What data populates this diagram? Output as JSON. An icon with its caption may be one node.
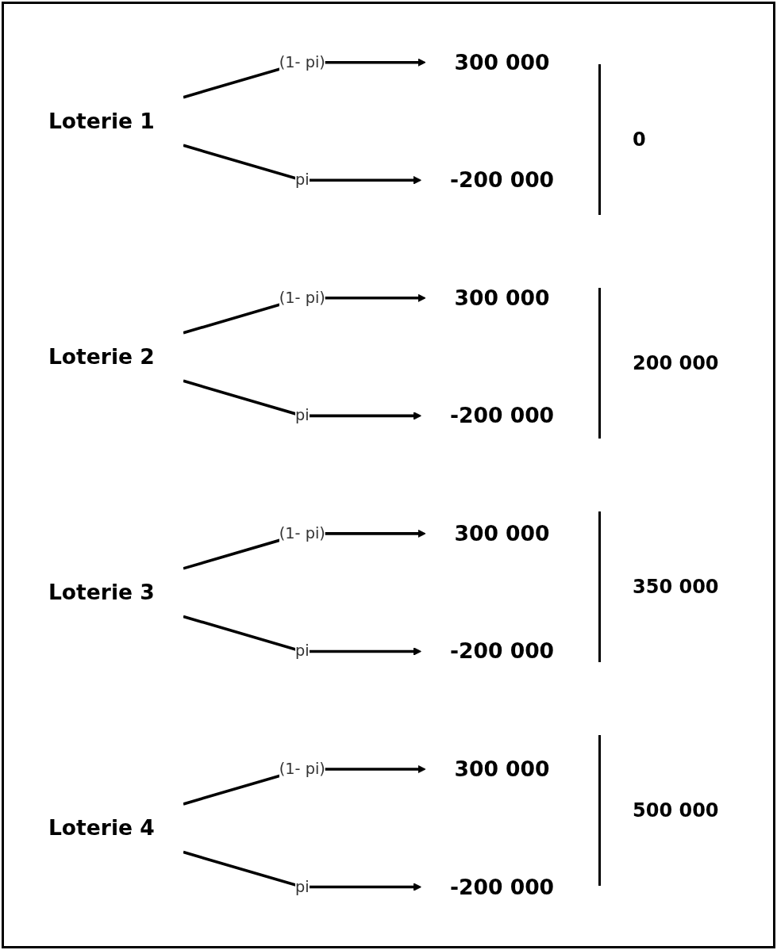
{
  "diagram": {
    "nodes": [
      {
        "text": [
          "Loterie 1"
        ]
      },
      {
        "text": [
          "300 000"
        ]
      },
      {
        "text": [
          "-200 000"
        ]
      },
      {
        "text": [
          "Loterie 2"
        ]
      },
      {
        "text": [
          "300 000"
        ]
      },
      {
        "text": [
          "-200 000"
        ]
      },
      {
        "text": [
          "Loterie 3"
        ]
      },
      {
        "text": [
          "300 000"
        ]
      },
      {
        "text": [
          "-200 000"
        ]
      },
      {
        "text": [
          "Loterie 4"
        ]
      },
      {
        "text": [
          "300 000"
        ]
      },
      {
        "text": [
          "-200 000"
        ]
      }
    ],
    "edges": [
      {
        "from": 0,
        "to": 1,
        "arrow": "to",
        "label": "(1- pi)"
      },
      {
        "from": 0,
        "to": 2,
        "arrow": "to",
        "label": "pi"
      },
      {
        "from": 3,
        "to": 4,
        "arrow": "to",
        "label": "(1- pi)"
      },
      {
        "from": 3,
        "to": 5,
        "arrow": "to",
        "label": "pi"
      },
      {
        "from": 6,
        "to": 7,
        "arrow": "to",
        "label": "(1- pi)"
      },
      {
        "from": 6,
        "to": 8,
        "arrow": "to",
        "label": "pi"
      },
      {
        "from": 9,
        "to": 10,
        "arrow": "to",
        "label": "(1- pi)"
      },
      {
        "from": 9,
        "to": 11,
        "arrow": "to",
        "label": "pi"
      }
    ],
    "labels": [
      "0",
      "200 000",
      "350 000",
      "500 000"
    ]
  }
}
